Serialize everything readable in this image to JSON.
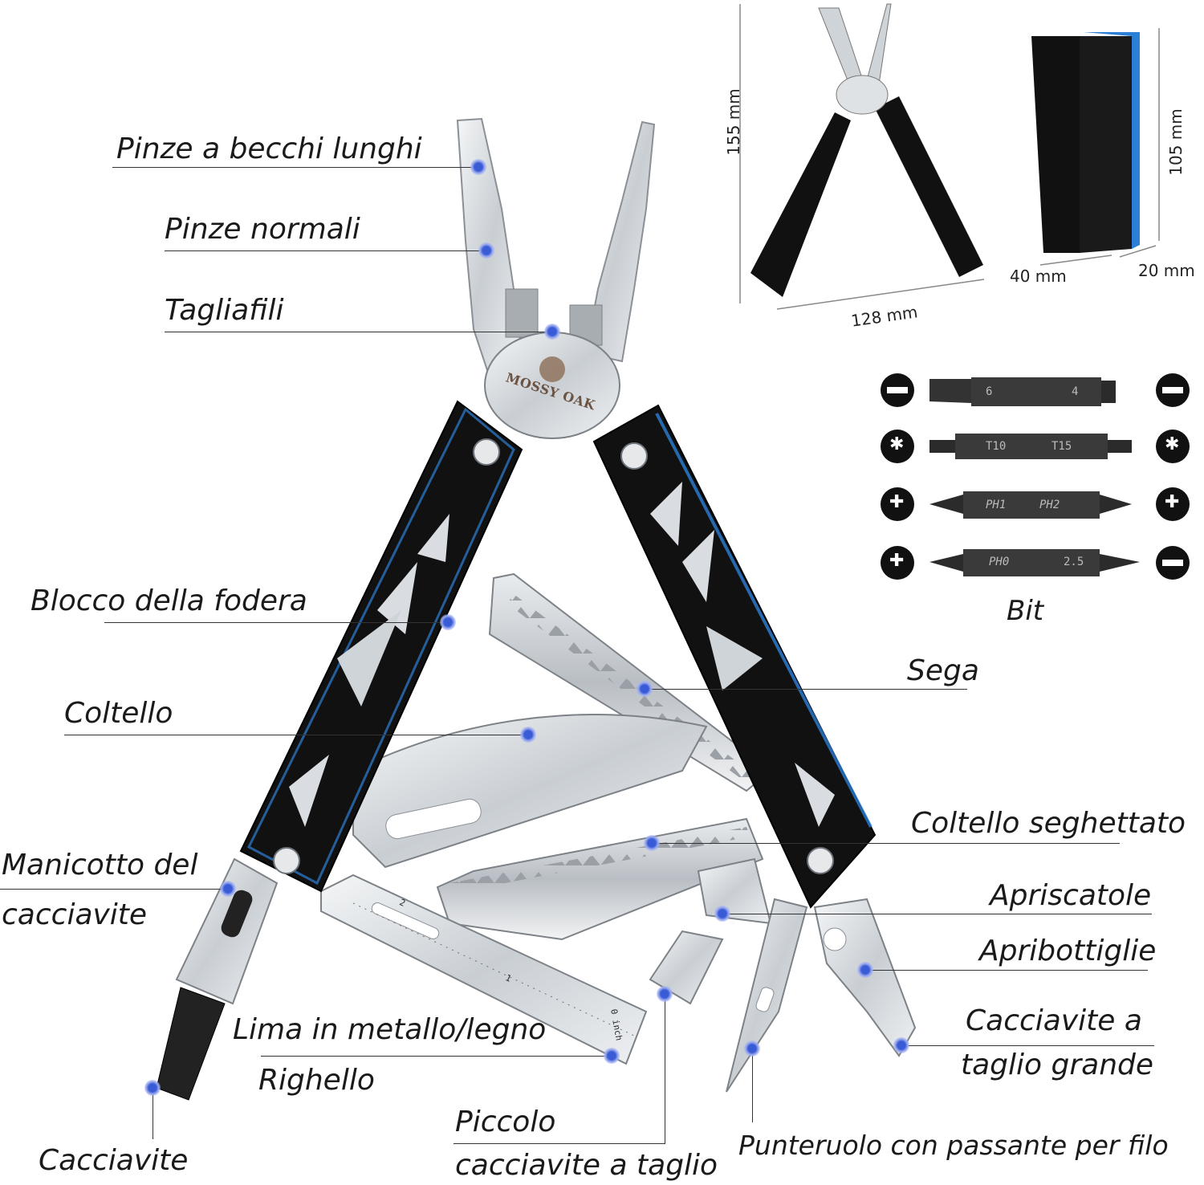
{
  "brand": "MOSSY OAK",
  "labels": {
    "long_nose_pliers": "Pinze a becchi lunghi",
    "regular_pliers": "Pinze normali",
    "wire_cutter": "Tagliafili",
    "liner_lock": "Blocco della fodera",
    "knife": "Coltello",
    "screwdriver_sleeve_1": "Manicotto del",
    "screwdriver_sleeve_2": "cacciavite",
    "saw": "Sega",
    "serrated_knife": "Coltello seghettato",
    "can_opener": "Apriscatole",
    "bottle_opener": "Apribottiglie",
    "large_flat_1": "Cacciavite a",
    "large_flat_2": "taglio grande",
    "file": "Lima in metallo/legno",
    "ruler": "Righello",
    "small_flat_1": "Piccolo",
    "small_flat_2": "cacciavite a taglio",
    "screwdriver": "Cacciavite",
    "awl": "Punteruolo con passante per filo",
    "bit": "Bit"
  },
  "dimensions": {
    "length_open": "155 mm",
    "width_open": "128 mm",
    "length_closed": "105 mm",
    "width_closed": "40 mm",
    "depth_closed": "20 mm"
  },
  "bits": [
    {
      "left": "6",
      "right": "4",
      "left_icon": "slotted-icon",
      "right_icon": "slotted-icon"
    },
    {
      "left": "T10",
      "right": "T15",
      "left_icon": "torx-icon",
      "right_icon": "torx-icon"
    },
    {
      "left": "PH1",
      "right": "PH2",
      "left_icon": "phillips-icon",
      "right_icon": "phillips-icon"
    },
    {
      "left": "PH0",
      "right": "2.5",
      "left_icon": "phillips-icon",
      "right_icon": "slotted-icon"
    }
  ],
  "ruler_marks": [
    "2",
    "1",
    "0 inch"
  ],
  "colors": {
    "handle": "#111111",
    "steel": "#d4d8dc",
    "accent_blue": "#2c7fd6",
    "dot": "#3a5bd6"
  }
}
